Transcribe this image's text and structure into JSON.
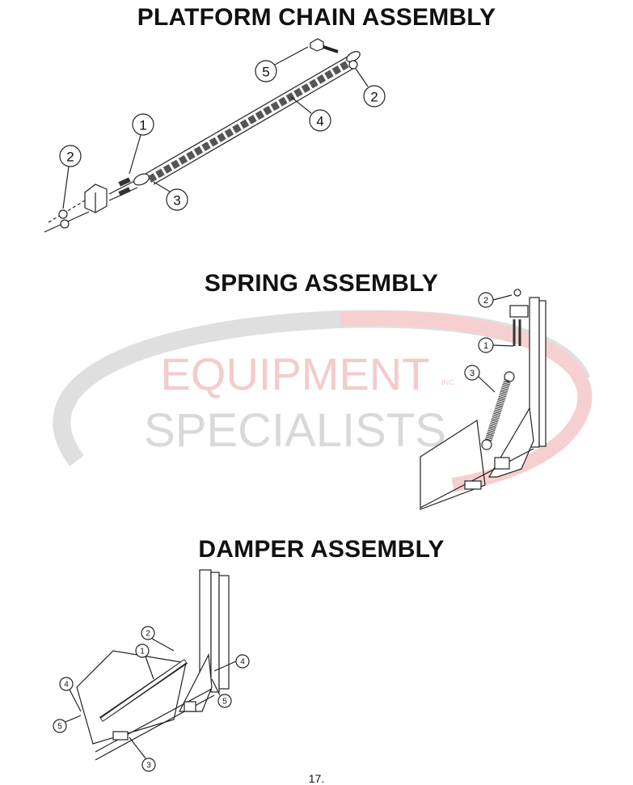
{
  "titles": {
    "chain": "PLATFORM CHAIN ASSEMBLY",
    "spring": "SPRING ASSEMBLY",
    "damper": "DAMPER ASSEMBLY"
  },
  "watermark": {
    "line1": "EQUIPMENT",
    "line2": "SPECIALISTS",
    "inc": "INC.",
    "colors": {
      "red": "#f2c2c2",
      "grey": "#d9d9d9"
    }
  },
  "callouts": {
    "chain": [
      "5",
      "2",
      "4",
      "1",
      "2",
      "3"
    ],
    "spring": [
      "2",
      "1",
      "3"
    ],
    "damper": [
      "2",
      "1",
      "4",
      "4",
      "5",
      "5",
      "3"
    ]
  },
  "page_number": "17."
}
